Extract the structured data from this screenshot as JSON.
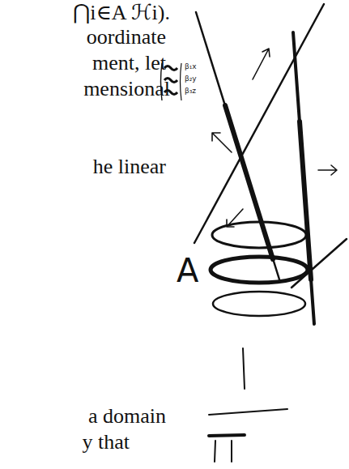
{
  "diagram": {
    "labels": [
      "⋂i∈A ℋi).",
      "oordinate",
      "ment, let",
      "mensional",
      "β₁x",
      "β₂y",
      "β₃z",
      "he linear",
      "A",
      "a domain",
      "y that"
    ]
  }
}
